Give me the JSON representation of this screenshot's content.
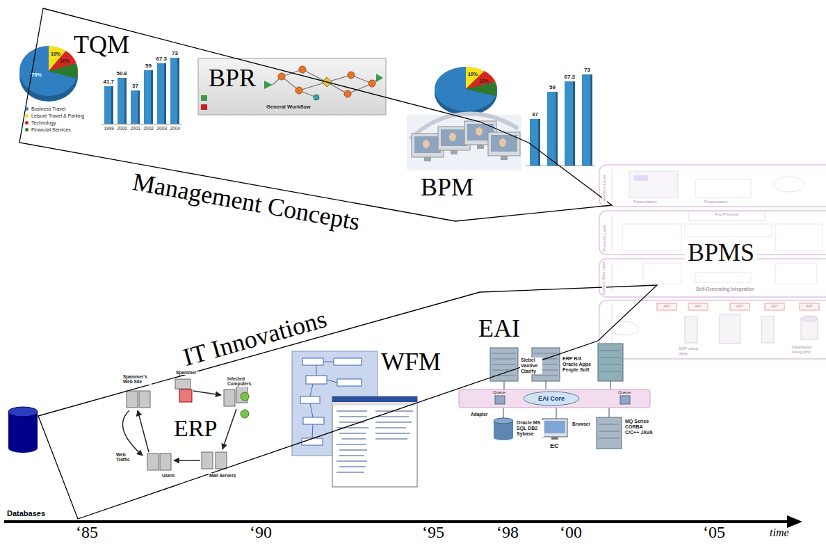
{
  "diagram": {
    "nodes": [
      {
        "text": [
          "Management Concepts"
        ]
      },
      {
        "text": [
          "TQM"
        ],
        "in": 0
      },
      {
        "text": [
          "BPR"
        ],
        "in": 0
      },
      {
        "text": [
          "BPM"
        ],
        "in": 0
      },
      {
        "text": [
          "BPMS"
        ]
      },
      {
        "text": [
          "IT Innovations"
        ]
      },
      {
        "text": [
          "Databases"
        ]
      },
      {
        "text": [
          "ERP"
        ],
        "in": 5
      },
      {
        "text": [
          "WFM"
        ],
        "in": 5
      },
      {
        "text": [
          "EAI"
        ],
        "in": 5
      }
    ],
    "labels": [
      "10%",
      "10%",
      "70%",
      "41.7",
      "50.6",
      "37",
      "59",
      "67.3",
      "73",
      "1999",
      "2000",
      "2001",
      "2002",
      "2003",
      "2004",
      "General Workflow",
      "10%",
      "10%",
      "37",
      "59",
      "67.3",
      "73",
      "Interface Layer",
      "Presentation",
      "Presentation",
      "Process Layer",
      "Any Process",
      "Business Rules Layer",
      "Self-Generating Integration",
      "API",
      "API",
      "API",
      "API",
      "API",
      "SAP using Java",
      "Databases using jdbc",
      "Siebel Vantive Clarify",
      "ERP R/3 Oracle Apps People Soft",
      "Queue",
      "EAI Core",
      "Queue",
      "Adapter",
      "Oracle MS SQL DB2 Sybase",
      "Browser",
      "EC",
      "MQ Series CORBA C/C++ JAVA",
      "Spammer's Web Site",
      "Spammer",
      "Infected Computers",
      "Web Traffic",
      "Users",
      "Mail Servers",
      "‘85",
      "‘90",
      "‘95",
      "‘98",
      "‘00",
      "‘05",
      "time"
    ],
    "legend": [
      {
        "text": "Business Travel",
        "color": "#2f7fc1"
      },
      {
        "text": "Leisure Travel & Parking",
        "color": "#f5e11a"
      },
      {
        "text": "Technology",
        "color": "#d9261c"
      },
      {
        "text": "Financial Services",
        "color": "#2d7a2d"
      }
    ]
  }
}
